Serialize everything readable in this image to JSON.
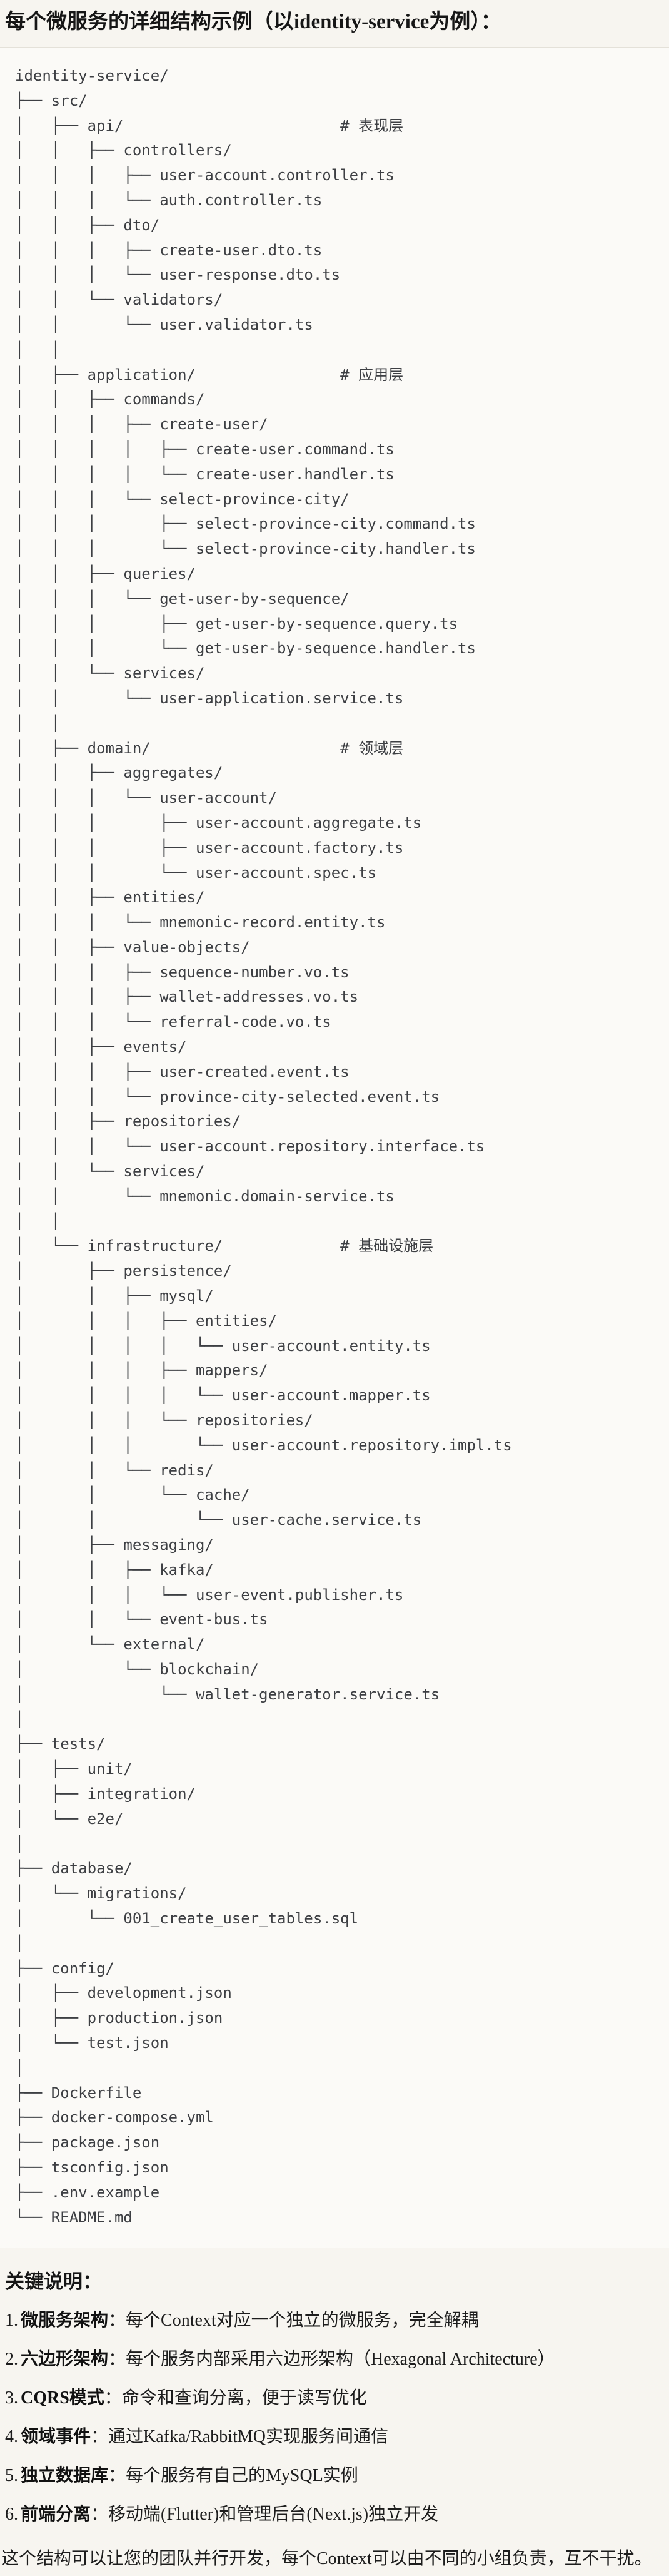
{
  "page": {
    "title": "每个微服务的详细结构示例（以identity-service为例）：",
    "notes_heading": "关键说明：",
    "closing": "这个结构可以让您的团队并行开发，每个Context可以由不同的小组负责，互不干扰。"
  },
  "colors": {
    "page_background": "#f7f5f0",
    "code_background": "#fbfaf7",
    "code_border": "#e4e1d9",
    "code_text": "#3d3f43",
    "heading_text": "#161616"
  },
  "code_block": {
    "layer_comments": [
      "# 表现层",
      "# 应用层",
      "# 领域层",
      "# 基础设施层"
    ],
    "tree_lines": [
      "identity-service/",
      "├── src/",
      "│   ├── api/                        # 表现层",
      "│   │   ├── controllers/",
      "│   │   │   ├── user-account.controller.ts",
      "│   │   │   └── auth.controller.ts",
      "│   │   ├── dto/",
      "│   │   │   ├── create-user.dto.ts",
      "│   │   │   └── user-response.dto.ts",
      "│   │   └── validators/",
      "│   │       └── user.validator.ts",
      "│   │",
      "│   ├── application/                # 应用层",
      "│   │   ├── commands/",
      "│   │   │   ├── create-user/",
      "│   │   │   │   ├── create-user.command.ts",
      "│   │   │   │   └── create-user.handler.ts",
      "│   │   │   └── select-province-city/",
      "│   │   │       ├── select-province-city.command.ts",
      "│   │   │       └── select-province-city.handler.ts",
      "│   │   ├── queries/",
      "│   │   │   └── get-user-by-sequence/",
      "│   │   │       ├── get-user-by-sequence.query.ts",
      "│   │   │       └── get-user-by-sequence.handler.ts",
      "│   │   └── services/",
      "│   │       └── user-application.service.ts",
      "│   │",
      "│   ├── domain/                     # 领域层",
      "│   │   ├── aggregates/",
      "│   │   │   └── user-account/",
      "│   │   │       ├── user-account.aggregate.ts",
      "│   │   │       ├── user-account.factory.ts",
      "│   │   │       └── user-account.spec.ts",
      "│   │   ├── entities/",
      "│   │   │   └── mnemonic-record.entity.ts",
      "│   │   ├── value-objects/",
      "│   │   │   ├── sequence-number.vo.ts",
      "│   │   │   ├── wallet-addresses.vo.ts",
      "│   │   │   └── referral-code.vo.ts",
      "│   │   ├── events/",
      "│   │   │   ├── user-created.event.ts",
      "│   │   │   └── province-city-selected.event.ts",
      "│   │   ├── repositories/",
      "│   │   │   └── user-account.repository.interface.ts",
      "│   │   └── services/",
      "│   │       └── mnemonic.domain-service.ts",
      "│   │",
      "│   └── infrastructure/             # 基础设施层",
      "│       ├── persistence/",
      "│       │   ├── mysql/",
      "│       │   │   ├── entities/",
      "│       │   │   │   └── user-account.entity.ts",
      "│       │   │   ├── mappers/",
      "│       │   │   │   └── user-account.mapper.ts",
      "│       │   │   └── repositories/",
      "│       │   │       └── user-account.repository.impl.ts",
      "│       │   └── redis/",
      "│       │       └── cache/",
      "│       │           └── user-cache.service.ts",
      "│       ├── messaging/",
      "│       │   ├── kafka/",
      "│       │   │   └── user-event.publisher.ts",
      "│       │   └── event-bus.ts",
      "│       └── external/",
      "│           └── blockchain/",
      "│               └── wallet-generator.service.ts",
      "│",
      "├── tests/",
      "│   ├── unit/",
      "│   ├── integration/",
      "│   └── e2e/",
      "│",
      "├── database/",
      "│   └── migrations/",
      "│       └── 001_create_user_tables.sql",
      "│",
      "├── config/",
      "│   ├── development.json",
      "│   ├── production.json",
      "│   └── test.json",
      "│",
      "├── Dockerfile",
      "├── docker-compose.yml",
      "├── package.json",
      "├── tsconfig.json",
      "├── .env.example",
      "└── README.md"
    ]
  },
  "notes": [
    {
      "num": "1.",
      "term": "微服务架构",
      "desc": "：每个Context对应一个独立的微服务，完全解耦"
    },
    {
      "num": "2.",
      "term": "六边形架构",
      "desc": "：每个服务内部采用六边形架构（Hexagonal Architecture）"
    },
    {
      "num": "3.",
      "term": "CQRS模式",
      "desc": "：命令和查询分离，便于读写优化"
    },
    {
      "num": "4.",
      "term": "领域事件",
      "desc": "：通过Kafka/RabbitMQ实现服务间通信"
    },
    {
      "num": "5.",
      "term": "独立数据库",
      "desc": "：每个服务有自己的MySQL实例"
    },
    {
      "num": "6.",
      "term": "前端分离",
      "desc": "：移动端(Flutter)和管理后台(Next.js)独立开发"
    }
  ]
}
